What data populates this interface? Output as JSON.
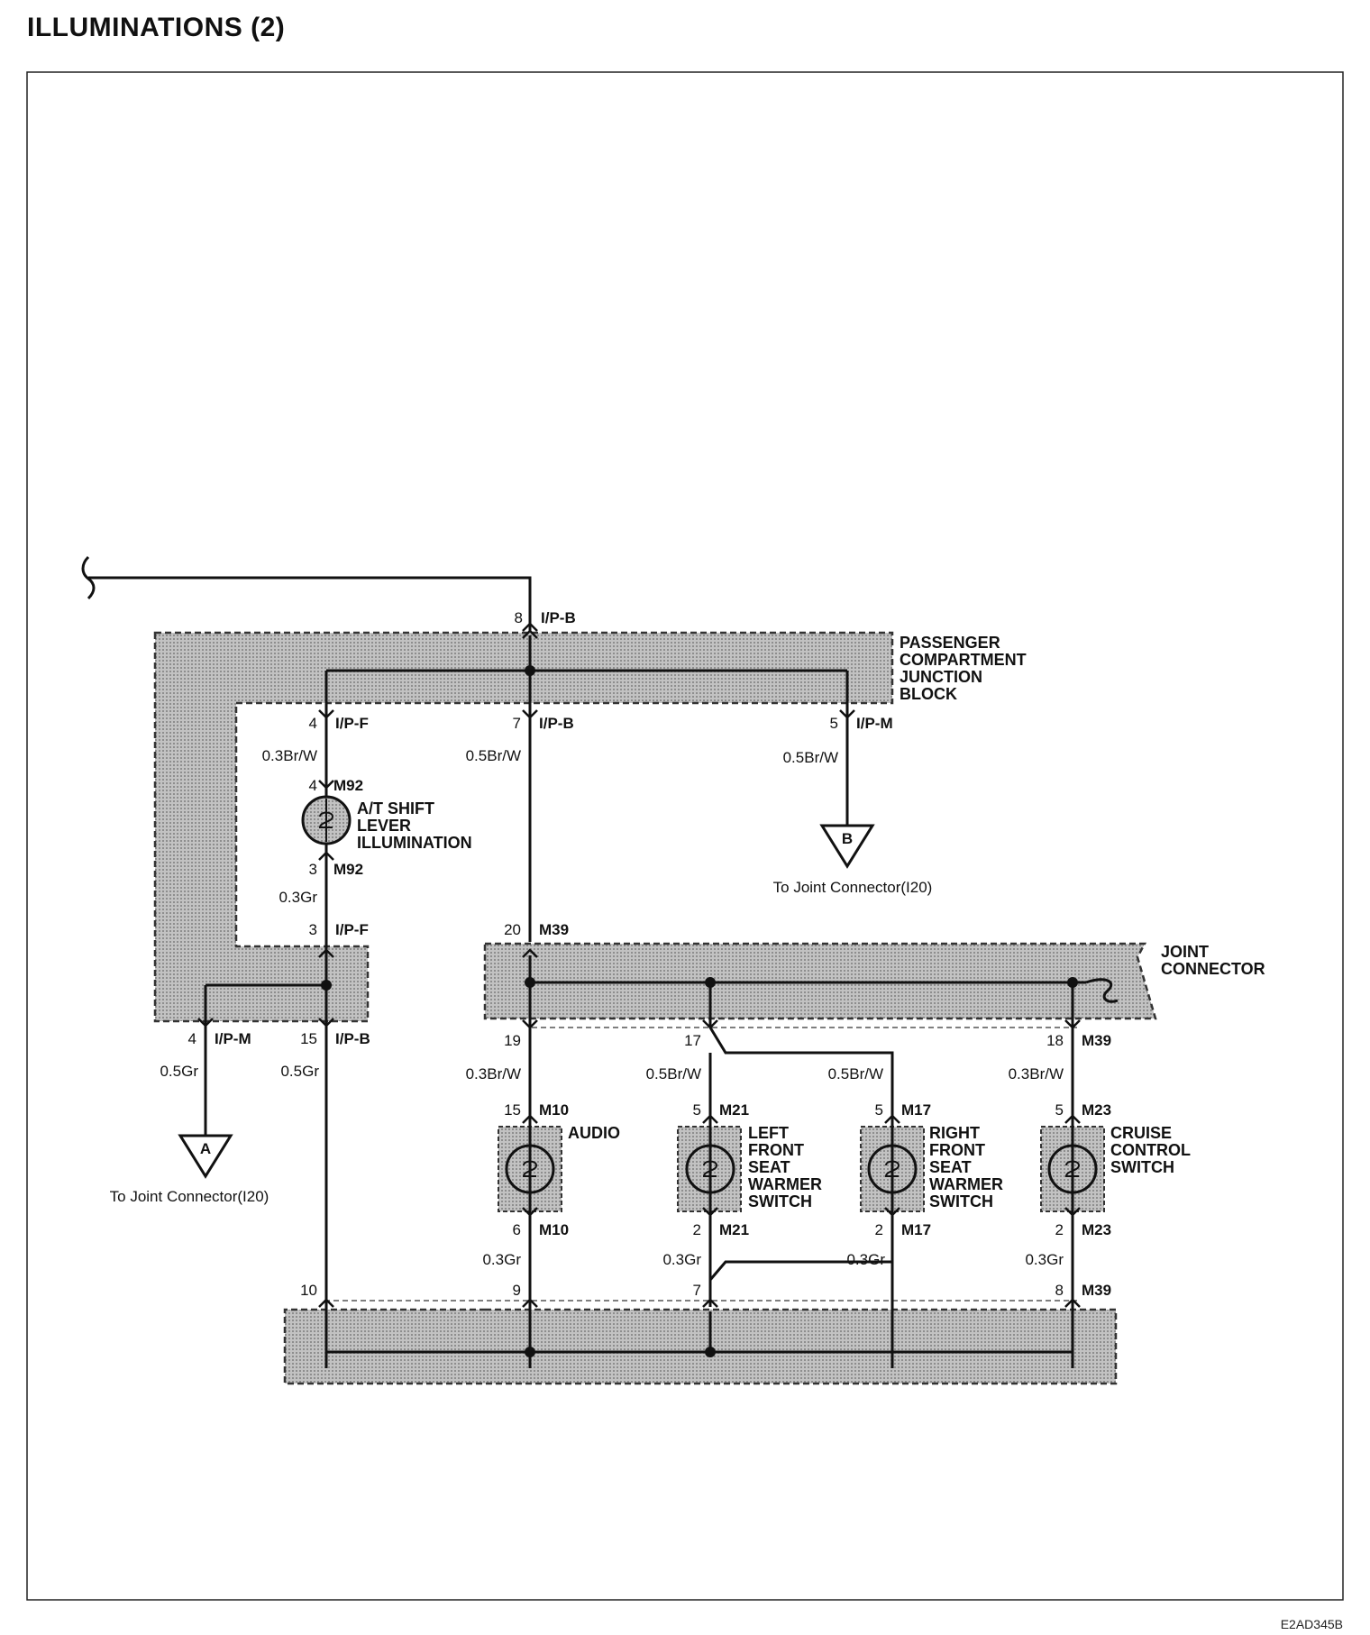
{
  "title": "ILLUMINATIONS (2)",
  "footer_code": "E2AD345B",
  "colors": {
    "wire": "#111111",
    "shade": "#b5b5b5",
    "background": "#ffffff"
  },
  "blocks": {
    "passenger_junction": [
      "PASSENGER",
      "COMPARTMENT",
      "JUNCTION",
      "BLOCK"
    ],
    "joint_connector": [
      "JOINT",
      "CONNECTOR"
    ]
  },
  "top_connector": {
    "pin": "8",
    "name": "I/P-B"
  },
  "branches": {
    "ipf": {
      "pin": "4",
      "name": "I/P-F",
      "wire": "0.3Br/W"
    },
    "ipb": {
      "pin": "7",
      "name": "I/P-B",
      "wire": "0.5Br/W"
    },
    "ipm": {
      "pin": "5",
      "name": "I/P-M",
      "wire": "0.5Br/W"
    }
  },
  "grounds": {
    "a": {
      "label": "A",
      "note": "To Joint Connector(I20)"
    },
    "b": {
      "label": "B",
      "note": "To Joint Connector(I20)"
    }
  },
  "at_shift": {
    "name": [
      "A/T SHIFT",
      "LEVER",
      "ILLUMINATION"
    ],
    "top": {
      "pin": "4",
      "conn": "M92"
    },
    "bottom": {
      "pin": "3",
      "conn": "M92"
    },
    "wire_out": "0.3Gr",
    "return": {
      "pin": "3",
      "conn": "I/P-F"
    },
    "ipm_pin": {
      "pin": "4",
      "conn": "I/P-M"
    },
    "ipb_pin": {
      "pin": "15",
      "conn": "I/P-B"
    },
    "wire_a": "0.5Gr",
    "wire_b": "0.5Gr"
  },
  "m39_in": {
    "pin": "20",
    "conn": "M39"
  },
  "components": [
    {
      "name": [
        "AUDIO"
      ],
      "in_pin": "19",
      "wire_in": "0.3Br/W",
      "top": {
        "pin": "15",
        "conn": "M10"
      },
      "bottom": {
        "pin": "6",
        "conn": "M10"
      },
      "wire_out": "0.3Gr",
      "ground_pin": "9"
    },
    {
      "name": [
        "LEFT",
        "FRONT",
        "SEAT",
        "WARMER",
        "SWITCH"
      ],
      "in_pin": "17",
      "wire_in": "0.5Br/W",
      "top": {
        "pin": "5",
        "conn": "M21"
      },
      "bottom": {
        "pin": "2",
        "conn": "M21"
      },
      "wire_out": "0.3Gr",
      "ground_pin": "7"
    },
    {
      "name": [
        "RIGHT",
        "FRONT",
        "SEAT",
        "WARMER",
        "SWITCH"
      ],
      "wire_in": "0.5Br/W",
      "top": {
        "pin": "5",
        "conn": "M17"
      },
      "bottom": {
        "pin": "2",
        "conn": "M17"
      },
      "wire_out": "0.3Gr"
    },
    {
      "name": [
        "CRUISE",
        "CONTROL",
        "SWITCH"
      ],
      "in_pin": "18",
      "in_conn": "M39",
      "wire_in": "0.3Br/W",
      "top": {
        "pin": "5",
        "conn": "M23"
      },
      "bottom": {
        "pin": "2",
        "conn": "M23"
      },
      "wire_out": "0.3Gr",
      "ground_pin": "8",
      "ground_conn": "M39"
    }
  ],
  "bottom_left_pin": "10"
}
